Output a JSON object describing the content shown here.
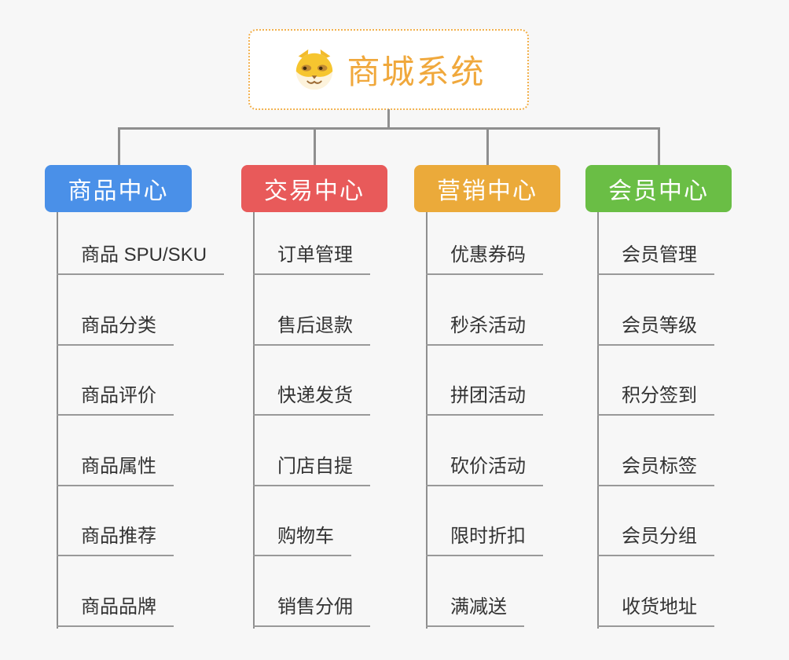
{
  "root": {
    "title": "商城系统",
    "icon": "doge-icon"
  },
  "branches": [
    {
      "label": "商品中心",
      "color": "#4a90e8",
      "children": [
        "商品 SPU/SKU",
        "商品分类",
        "商品评价",
        "商品属性",
        "商品推荐",
        "商品品牌"
      ]
    },
    {
      "label": "交易中心",
      "color": "#e85a5a",
      "children": [
        "订单管理",
        "售后退款",
        "快递发货",
        "门店自提",
        "购物车",
        "销售分佣"
      ]
    },
    {
      "label": "营销中心",
      "color": "#ebaa3a",
      "children": [
        "优惠券码",
        "秒杀活动",
        "拼团活动",
        "砍价活动",
        "限时折扣",
        "满减送"
      ]
    },
    {
      "label": "会员中心",
      "color": "#6abe45",
      "children": [
        "会员管理",
        "会员等级",
        "积分签到",
        "会员标签",
        "会员分组",
        "收货地址"
      ]
    }
  ],
  "colors": {
    "background": "#f7f7f7",
    "connector": "#8f8f8f",
    "underline": "#999999",
    "root_accent": "#f0a83c",
    "item_text": "#333333"
  }
}
